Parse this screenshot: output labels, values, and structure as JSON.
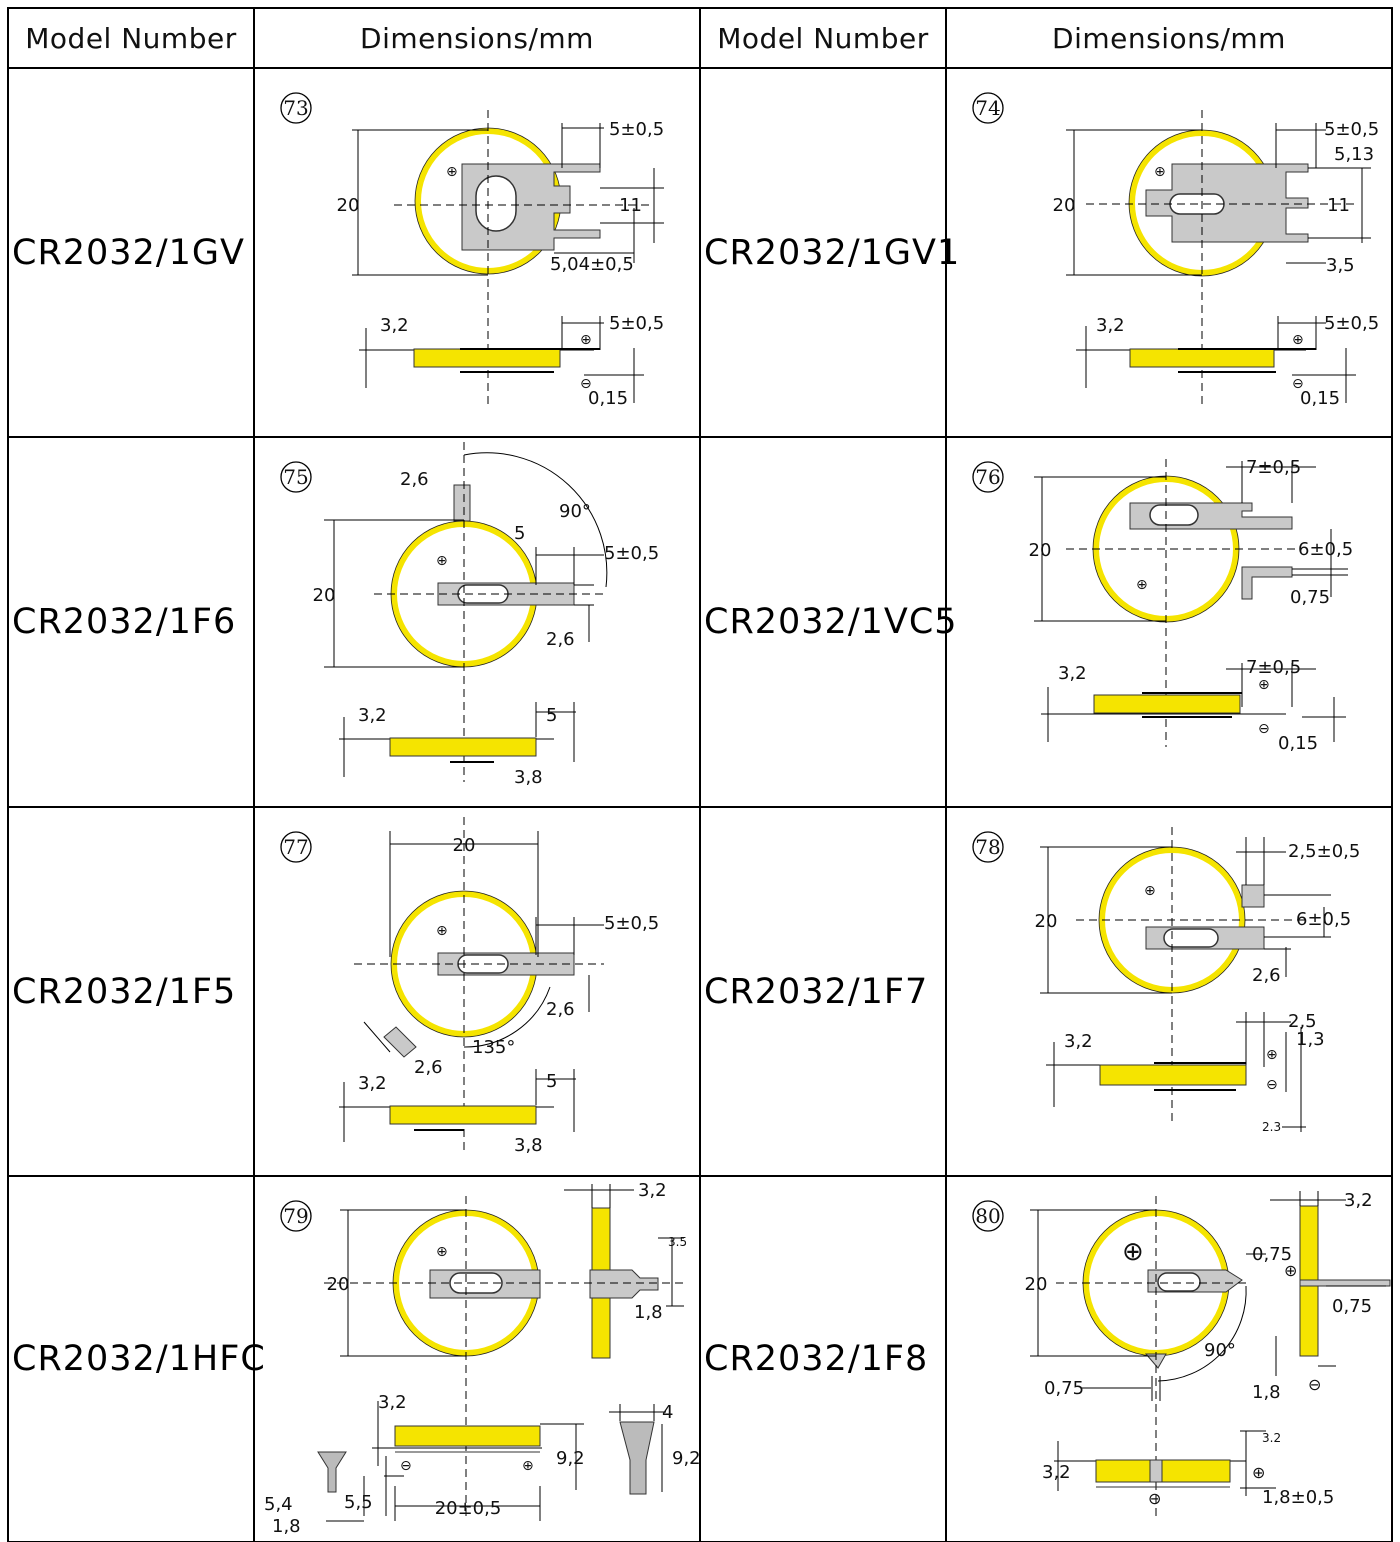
{
  "table": {
    "headers": [
      "Model Number",
      "Dimensions/mm",
      "Model Number",
      "Dimensions/mm"
    ],
    "rows": [
      {
        "left": {
          "model": "CR2032/1GV",
          "number": "73",
          "labels": [
            "5±0,5",
            "20",
            "11",
            "5,04±0,5",
            "3,2",
            "5±0,5",
            "0,15"
          ]
        },
        "right": {
          "model": "CR2032/1GV1",
          "number": "74",
          "labels": [
            "5±0,5",
            "5,13",
            "20",
            "11",
            "3,5",
            "3,2",
            "5±0,5",
            "0,15"
          ]
        }
      },
      {
        "left": {
          "model": "CR2032/1F6",
          "number": "75",
          "labels": [
            "2,6",
            "90°",
            "5",
            "5±0,5",
            "20",
            "2,6",
            "3,2",
            "5",
            "3,8"
          ]
        },
        "right": {
          "model": "CR2032/1VC5",
          "number": "76",
          "labels": [
            "7±0,5",
            "20",
            "6±0,5",
            "0,75",
            "3,2",
            "7±0,5",
            "0,15"
          ]
        }
      },
      {
        "left": {
          "model": "CR2032/1F5",
          "number": "77",
          "labels": [
            "20",
            "5±0,5",
            "2,6",
            "135°",
            "2,6",
            "3,2",
            "5",
            "3,8"
          ]
        },
        "right": {
          "model": "CR2032/1F7",
          "number": "78",
          "labels": [
            "2,5±0,5",
            "20",
            "6±0,5",
            "2,6",
            "2,5",
            "1,3",
            "3,2",
            "2.3"
          ]
        }
      },
      {
        "left": {
          "model": "CR2032/1HFC",
          "number": "79",
          "labels": [
            "3,2",
            "20",
            "3.5",
            "1,8",
            "3,2",
            "4",
            "9,2",
            "9,2",
            "5,4",
            "5,5",
            "20±0,5",
            "1,8"
          ]
        },
        "right": {
          "model": "CR2032/1F8",
          "number": "80",
          "labels": [
            "3,2",
            "20",
            "0,75",
            "0,75",
            "90°",
            "0,75",
            "1,8",
            "3.2",
            "3,2",
            "1,8±0,5"
          ]
        }
      }
    ]
  },
  "colors": {
    "battery_yellow": "#f5e400",
    "terminal_gray": "#c9c9c9",
    "line": "#000000"
  }
}
